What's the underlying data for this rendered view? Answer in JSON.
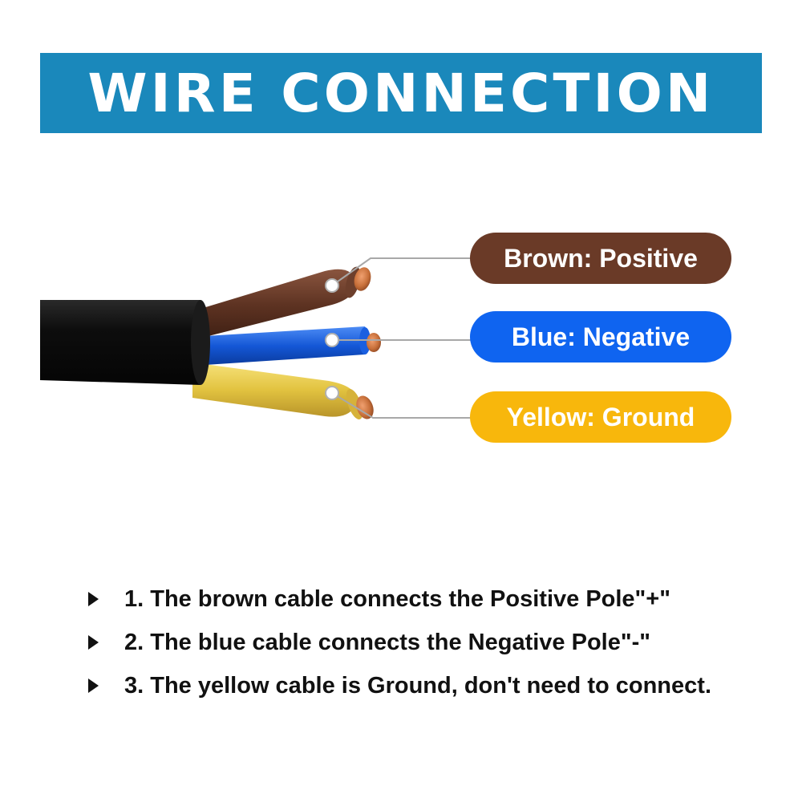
{
  "header": {
    "title": "WIRE CONNECTION"
  },
  "colors": {
    "banner": "#1a88bb",
    "brown": "#6a3a27",
    "blue": "#0f64f0",
    "yellow": "#f8b70c",
    "jacket": "#111111",
    "copper": "#c8703a"
  },
  "labels": {
    "brown": "Brown: Positive",
    "blue": "Blue: Negative",
    "yellow": "Yellow: Ground"
  },
  "notes": [
    "1. The brown cable connects the Positive Pole\"+\"",
    "2. The blue cable connects the Negative Pole\"-\"",
    "3. The yellow cable is Ground, don't need to connect."
  ]
}
